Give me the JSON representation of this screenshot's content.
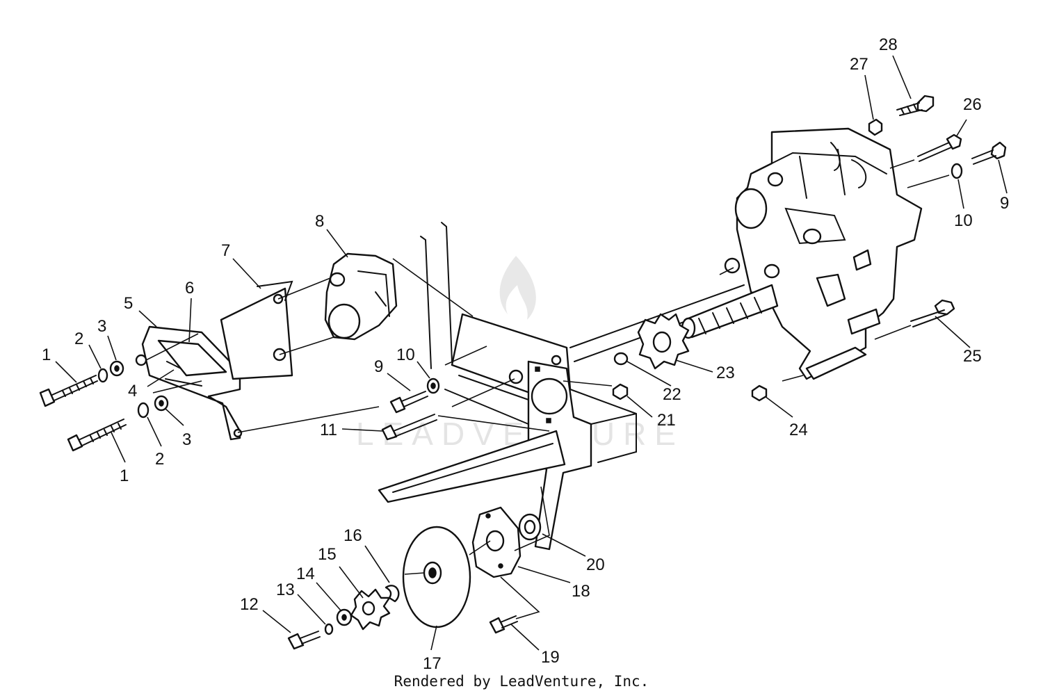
{
  "watermark": {
    "text": "LEADVENTURE"
  },
  "footer": {
    "credit": "Rendered by LeadVenture, Inc."
  },
  "callouts": [
    {
      "id": "c1a",
      "text": "1"
    },
    {
      "id": "c2a",
      "text": "2"
    },
    {
      "id": "c3a",
      "text": "3"
    },
    {
      "id": "c4",
      "text": "4"
    },
    {
      "id": "c5",
      "text": "5"
    },
    {
      "id": "c6",
      "text": "6"
    },
    {
      "id": "c7",
      "text": "7"
    },
    {
      "id": "c8",
      "text": "8"
    },
    {
      "id": "c1b",
      "text": "1"
    },
    {
      "id": "c2b",
      "text": "2"
    },
    {
      "id": "c3b",
      "text": "3"
    },
    {
      "id": "c9a",
      "text": "9"
    },
    {
      "id": "c10a",
      "text": "10"
    },
    {
      "id": "c11",
      "text": "11"
    },
    {
      "id": "c12",
      "text": "12"
    },
    {
      "id": "c13",
      "text": "13"
    },
    {
      "id": "c14",
      "text": "14"
    },
    {
      "id": "c15",
      "text": "15"
    },
    {
      "id": "c16",
      "text": "16"
    },
    {
      "id": "c17",
      "text": "17"
    },
    {
      "id": "c18",
      "text": "18"
    },
    {
      "id": "c19",
      "text": "19"
    },
    {
      "id": "c20",
      "text": "20"
    },
    {
      "id": "c21",
      "text": "21"
    },
    {
      "id": "c22",
      "text": "22"
    },
    {
      "id": "c23",
      "text": "23"
    },
    {
      "id": "c24",
      "text": "24"
    },
    {
      "id": "c25",
      "text": "25"
    },
    {
      "id": "c26",
      "text": "26"
    },
    {
      "id": "c27",
      "text": "27"
    },
    {
      "id": "c28",
      "text": "28"
    },
    {
      "id": "c9b",
      "text": "9"
    },
    {
      "id": "c10b",
      "text": "10"
    }
  ]
}
